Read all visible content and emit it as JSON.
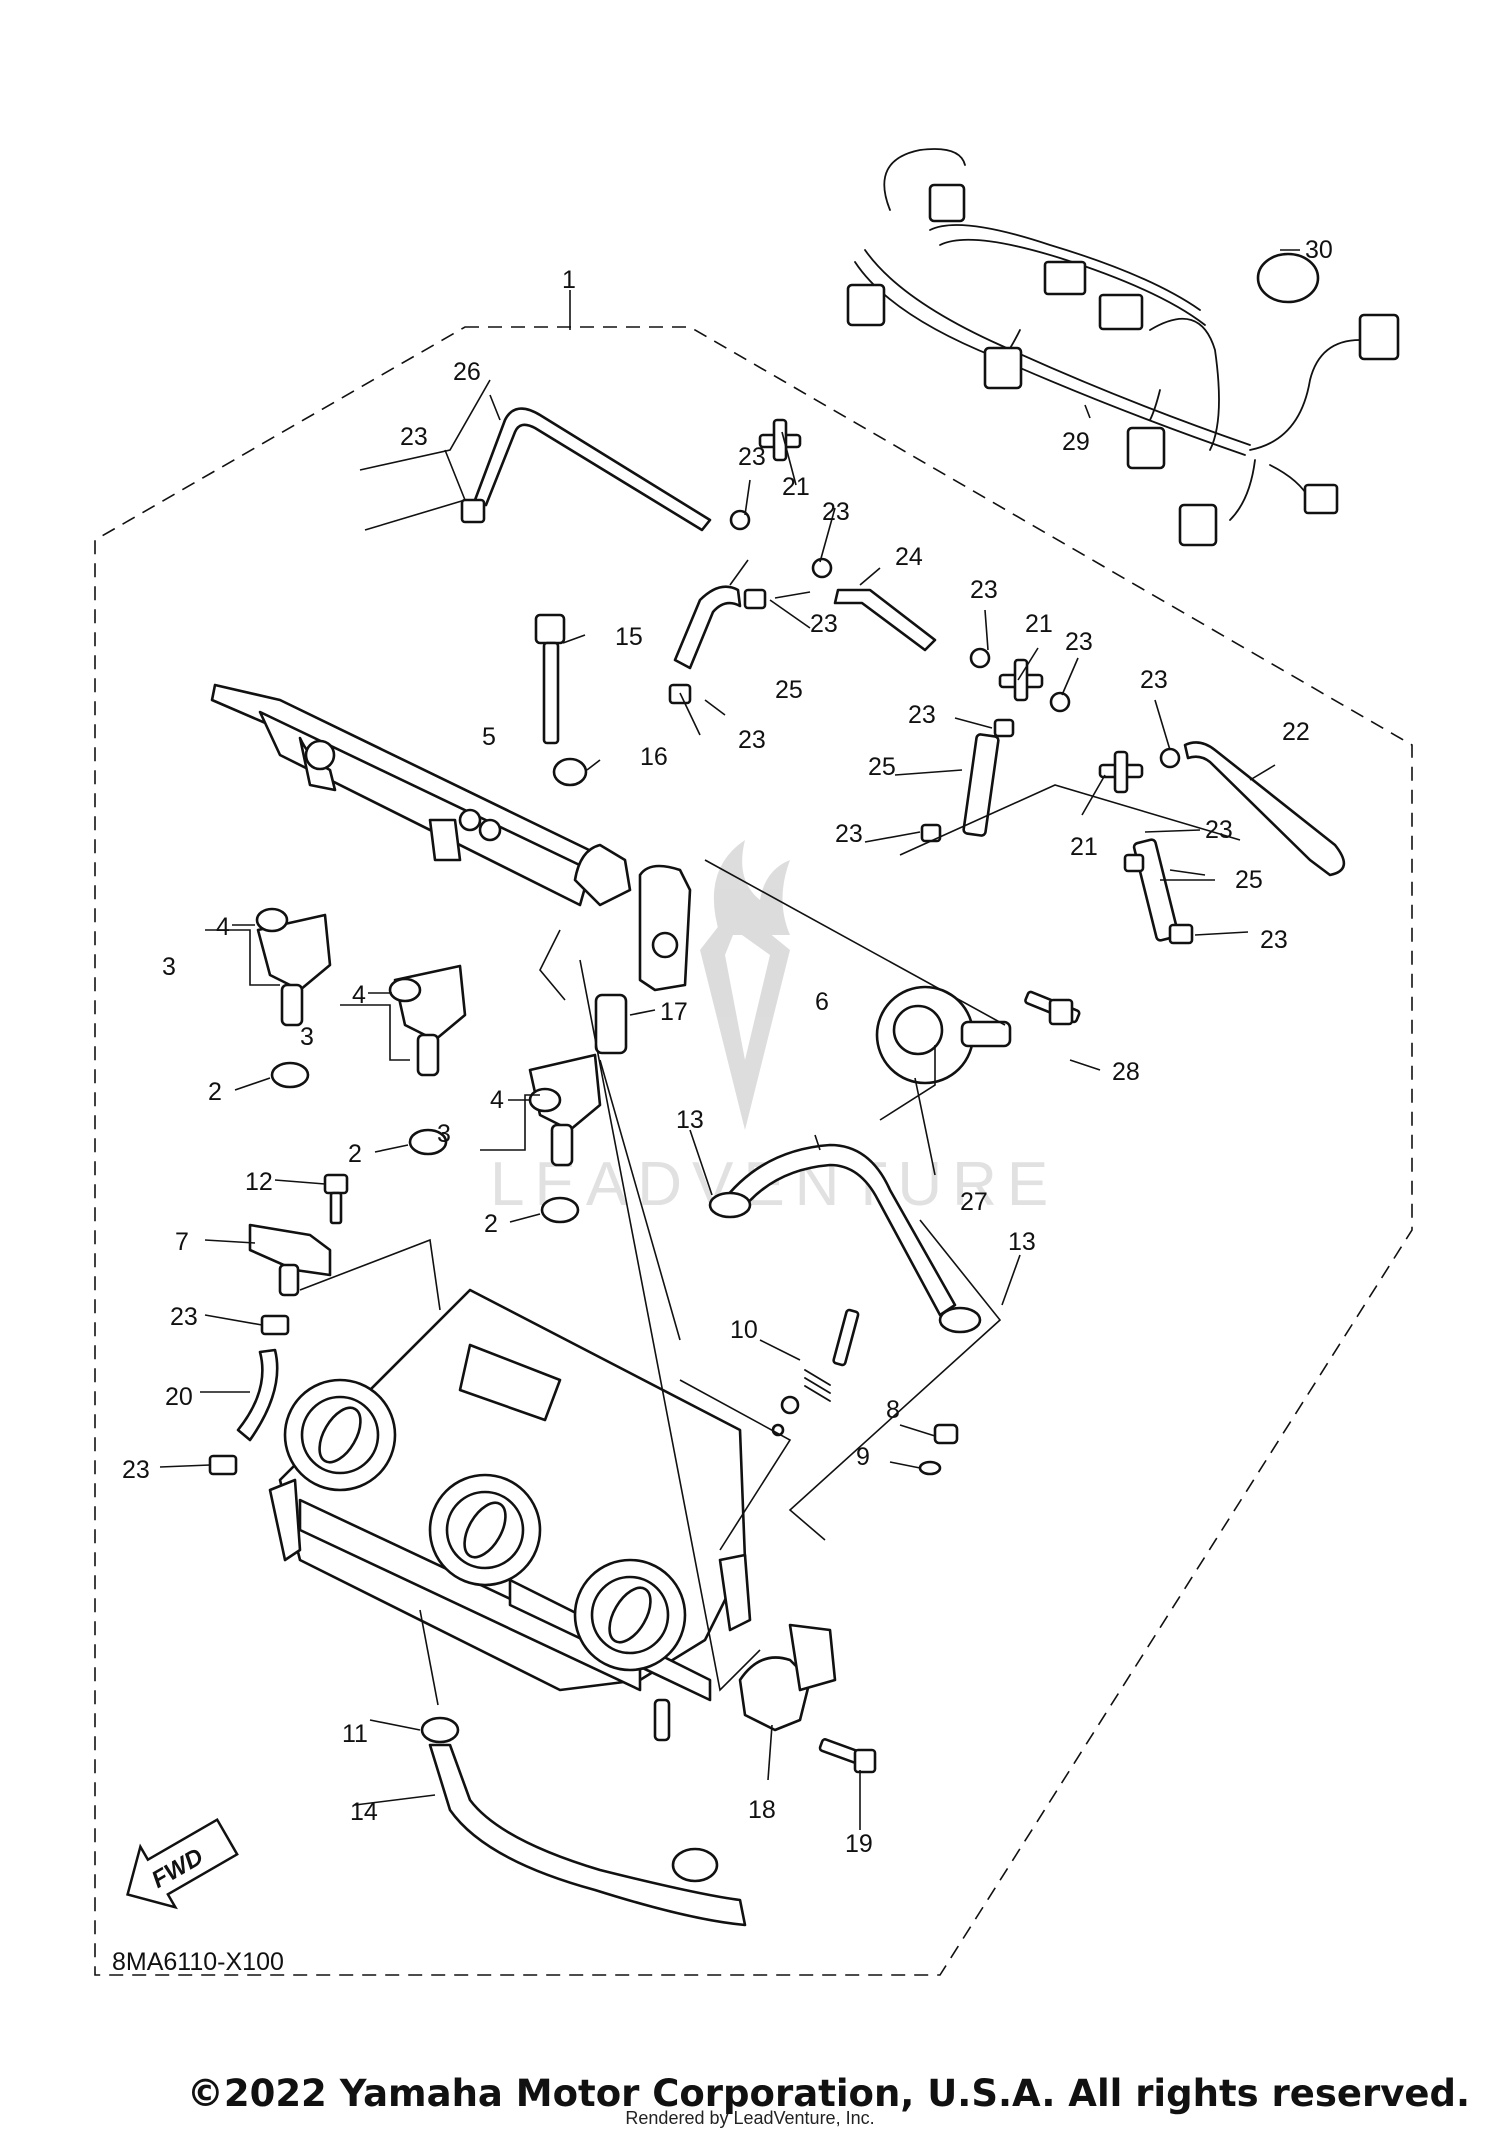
{
  "diagram": {
    "code": "8MA6110-X100",
    "fwd_label": "FWD",
    "watermark": "LEADVENTURE",
    "callouts": [
      "1",
      "2",
      "3",
      "4",
      "5",
      "6",
      "7",
      "8",
      "9",
      "10",
      "11",
      "12",
      "13",
      "14",
      "15",
      "16",
      "17",
      "18",
      "19",
      "20",
      "21",
      "22",
      "23",
      "24",
      "25",
      "26",
      "27",
      "28",
      "29",
      "30"
    ]
  },
  "footer": {
    "copyright": "©2022 Yamaha Motor Corporation, U.S.A. All rights reserved.",
    "rendered_by": "Rendered by LeadVenture, Inc."
  }
}
